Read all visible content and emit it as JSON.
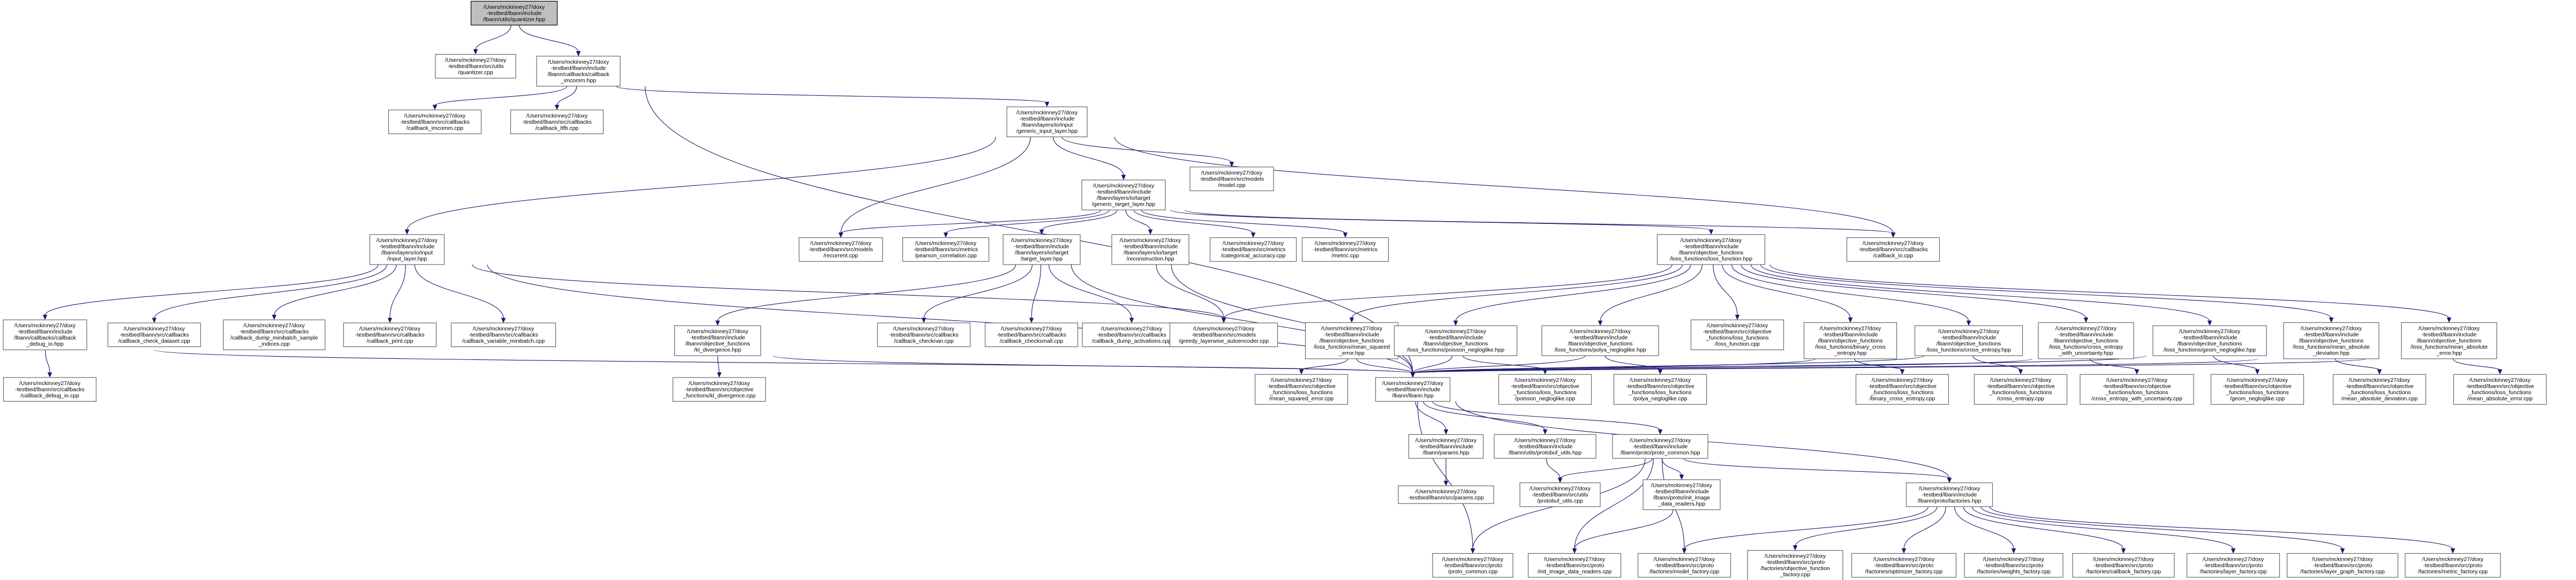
{
  "nodes": [
    {
      "id": "n0",
      "lines": [
        "/Users/mckinney27/doxy",
        "-testbed/lbann/include",
        "/lbann/utils/quantizer.hpp"
      ],
      "root": true
    },
    {
      "id": "n1",
      "lines": [
        "/Users/mckinney27/doxy",
        "-testbed/lbann/src/utils",
        "/quantizer.cpp"
      ]
    },
    {
      "id": "n2",
      "lines": [
        "/Users/mckinney27/doxy",
        "-testbed/lbann/include",
        "/lbann/callbacks/callback",
        "_imcomm.hpp"
      ]
    },
    {
      "id": "n3",
      "lines": [
        "/Users/mckinney27/doxy",
        "-testbed/lbann/src/callbacks",
        "/callback_imcomm.cpp"
      ]
    },
    {
      "id": "n4",
      "lines": [
        "/Users/mckinney27/doxy",
        "-testbed/lbann/src/callbacks",
        "/callback_ltfb.cpp"
      ]
    },
    {
      "id": "n5",
      "lines": [
        "/Users/mckinney27/doxy",
        "-testbed/lbann/include",
        "/lbann/layers/io/input",
        "/generic_input_layer.hpp"
      ]
    },
    {
      "id": "n6",
      "lines": [
        "/Users/mckinney27/doxy",
        "-testbed/lbann/include",
        "/lbann/layers/io/target",
        "/generic_target_layer.hpp"
      ]
    },
    {
      "id": "n7",
      "lines": [
        "/Users/mckinney27/doxy",
        "-testbed/lbann/src/models",
        "/model.cpp"
      ]
    },
    {
      "id": "n8",
      "lines": [
        "/Users/mckinney27/doxy",
        "-testbed/lbann/include",
        "/lbann/layers/io/input",
        "/input_layer.hpp"
      ]
    },
    {
      "id": "n9",
      "lines": [
        "/Users/mckinney27/doxy",
        "-testbed/lbann/src/models",
        "/recurrent.cpp"
      ]
    },
    {
      "id": "n10",
      "lines": [
        "/Users/mckinney27/doxy",
        "-testbed/lbann/src/metrics",
        "/pearson_correlation.cpp"
      ]
    },
    {
      "id": "n11",
      "lines": [
        "/Users/mckinney27/doxy",
        "-testbed/lbann/include",
        "/lbann/layers/io/target",
        "/target_layer.hpp"
      ]
    },
    {
      "id": "n12",
      "lines": [
        "/Users/mckinney27/doxy",
        "-testbed/lbann/include",
        "/lbann/layers/io/target",
        "/reconstruction.hpp"
      ]
    },
    {
      "id": "n13",
      "lines": [
        "/Users/mckinney27/doxy",
        "-testbed/lbann/src/metrics",
        "/categorical_accuracy.cpp"
      ]
    },
    {
      "id": "n14",
      "lines": [
        "/Users/mckinney27/doxy",
        "-testbed/lbann/src/metrics",
        "/metric.cpp"
      ]
    },
    {
      "id": "n15",
      "lines": [
        "/Users/mckinney27/doxy",
        "-testbed/lbann/include",
        "/lbann/objective_functions",
        "/loss_functions/loss_function.hpp"
      ]
    },
    {
      "id": "n16",
      "lines": [
        "/Users/mckinney27/doxy",
        "-testbed/lbann/src/callbacks",
        "/callback_io.cpp"
      ]
    },
    {
      "id": "n17",
      "lines": [
        "/Users/mckinney27/doxy",
        "-testbed/lbann/include",
        "/lbann/callbacks/callback",
        "_debug_io.hpp"
      ]
    },
    {
      "id": "n18",
      "lines": [
        "/Users/mckinney27/doxy",
        "-testbed/lbann/src/callbacks",
        "/callback_check_dataset.cpp"
      ]
    },
    {
      "id": "n19",
      "lines": [
        "/Users/mckinney27/doxy",
        "-testbed/lbann/src/callbacks",
        "/callback_dump_minibatch_sample",
        "_indices.cpp"
      ]
    },
    {
      "id": "n20",
      "lines": [
        "/Users/mckinney27/doxy",
        "-testbed/lbann/src/callbacks",
        "/callback_print.cpp"
      ]
    },
    {
      "id": "n21",
      "lines": [
        "/Users/mckinney27/doxy",
        "-testbed/lbann/src/callbacks",
        "/callback_variable_minibatch.cpp"
      ]
    },
    {
      "id": "n22",
      "lines": [
        "/Users/mckinney27/doxy",
        "-testbed/lbann/include",
        "/lbann/objective_functions",
        "/kl_divergence.hpp"
      ]
    },
    {
      "id": "n23",
      "lines": [
        "/Users/mckinney27/doxy",
        "-testbed/lbann/src/callbacks",
        "/callback_checknan.cpp"
      ]
    },
    {
      "id": "n24",
      "lines": [
        "/Users/mckinney27/doxy",
        "-testbed/lbann/src/callbacks",
        "/callback_checksmall.cpp"
      ]
    },
    {
      "id": "n25",
      "lines": [
        "/Users/mckinney27/doxy",
        "-testbed/lbann/src/callbacks",
        "/callback_dump_activations.cpp"
      ]
    },
    {
      "id": "n26",
      "lines": [
        "/Users/mckinney27/doxy",
        "-testbed/lbann/src/models",
        "/greedy_layerwise_autoencoder.cpp"
      ]
    },
    {
      "id": "n27",
      "lines": [
        "/Users/mckinney27/doxy",
        "-testbed/lbann/include",
        "/lbann/objective_functions",
        "/loss_functions/mean_squared",
        "_error.hpp"
      ]
    },
    {
      "id": "n28",
      "lines": [
        "/Users/mckinney27/doxy",
        "-testbed/lbann/include",
        "/lbann/objective_functions",
        "/loss_functions/poisson_negloglike.hpp"
      ]
    },
    {
      "id": "n29",
      "lines": [
        "/Users/mckinney27/doxy",
        "-testbed/lbann/include",
        "/lbann/objective_functions",
        "/loss_functions/polya_negloglike.hpp"
      ]
    },
    {
      "id": "n30",
      "lines": [
        "/Users/mckinney27/doxy",
        "-testbed/lbann/src/objective",
        "_functions/loss_functions",
        "/loss_function.cpp"
      ]
    },
    {
      "id": "n31",
      "lines": [
        "/Users/mckinney27/doxy",
        "-testbed/lbann/include",
        "/lbann/objective_functions",
        "/loss_functions/binary_cross",
        "_entropy.hpp"
      ]
    },
    {
      "id": "n32",
      "lines": [
        "/Users/mckinney27/doxy",
        "-testbed/lbann/include",
        "/lbann/objective_functions",
        "/loss_functions/cross_entropy.hpp"
      ]
    },
    {
      "id": "n33",
      "lines": [
        "/Users/mckinney27/doxy",
        "-testbed/lbann/include",
        "/lbann/objective_functions",
        "/loss_functions/cross_entropy",
        "_with_uncertainty.hpp"
      ]
    },
    {
      "id": "n34",
      "lines": [
        "/Users/mckinney27/doxy",
        "-testbed/lbann/include",
        "/lbann/objective_functions",
        "/loss_functions/geom_negloglike.hpp"
      ]
    },
    {
      "id": "n35",
      "lines": [
        "/Users/mckinney27/doxy",
        "-testbed/lbann/include",
        "/lbann/objective_functions",
        "/loss_functions/mean_absolute",
        "_deviation.hpp"
      ]
    },
    {
      "id": "n36",
      "lines": [
        "/Users/mckinney27/doxy",
        "-testbed/lbann/include",
        "/lbann/objective_functions",
        "/loss_functions/mean_absolute",
        "_error.hpp"
      ]
    },
    {
      "id": "n37",
      "lines": [
        "/Users/mckinney27/doxy",
        "-testbed/lbann/src/callbacks",
        "/callback_debug_io.cpp"
      ]
    },
    {
      "id": "n38",
      "lines": [
        "/Users/mckinney27/doxy",
        "-testbed/lbann/include",
        "/lbann/lbann.hpp"
      ]
    },
    {
      "id": "n39",
      "lines": [
        "/Users/mckinney27/doxy",
        "-testbed/lbann/src/objective",
        "_functions/kl_divergence.cpp"
      ]
    },
    {
      "id": "n40",
      "lines": [
        "/Users/mckinney27/doxy",
        "-testbed/lbann/src/objective",
        "_functions/loss_functions",
        "/mean_squared_error.cpp"
      ]
    },
    {
      "id": "n41",
      "lines": [
        "/Users/mckinney27/doxy",
        "-testbed/lbann/src/objective",
        "_functions/loss_functions",
        "/poisson_negloglike.cpp"
      ]
    },
    {
      "id": "n42",
      "lines": [
        "/Users/mckinney27/doxy",
        "-testbed/lbann/src/objective",
        "_functions/loss_functions",
        "/polya_negloglike.cpp"
      ]
    },
    {
      "id": "n43",
      "lines": [
        "/Users/mckinney27/doxy",
        "-testbed/lbann/src/objective",
        "_functions/loss_functions",
        "/binary_cross_entropy.cpp"
      ]
    },
    {
      "id": "n44",
      "lines": [
        "/Users/mckinney27/doxy",
        "-testbed/lbann/src/objective",
        "_functions/loss_functions",
        "/cross_entropy.cpp"
      ]
    },
    {
      "id": "n45",
      "lines": [
        "/Users/mckinney27/doxy",
        "-testbed/lbann/src/objective",
        "_functions/loss_functions",
        "/cross_entropy_with_uncertainty.cpp"
      ]
    },
    {
      "id": "n46",
      "lines": [
        "/Users/mckinney27/doxy",
        "-testbed/lbann/src/objective",
        "_functions/loss_functions",
        "/geom_negloglike.cpp"
      ]
    },
    {
      "id": "n47",
      "lines": [
        "/Users/mckinney27/doxy",
        "-testbed/lbann/src/objective",
        "_functions/loss_functions",
        "/mean_absolute_deviation.cpp"
      ]
    },
    {
      "id": "n48",
      "lines": [
        "/Users/mckinney27/doxy",
        "-testbed/lbann/src/objective",
        "_functions/loss_functions",
        "/mean_absolute_error.cpp"
      ]
    },
    {
      "id": "n49",
      "lines": [
        "/Users/mckinney27/doxy",
        "-testbed/lbann/include",
        "/lbann/params.hpp"
      ]
    },
    {
      "id": "n50",
      "lines": [
        "/Users/mckinney27/doxy",
        "-testbed/lbann/include",
        "/lbann/utils/protobuf_utils.hpp"
      ]
    },
    {
      "id": "n51",
      "lines": [
        "/Users/mckinney27/doxy",
        "-testbed/lbann/include",
        "/lbann/proto/proto_common.hpp"
      ]
    },
    {
      "id": "n52",
      "lines": [
        "/Users/mckinney27/doxy",
        "-testbed/lbann/src/params.cpp"
      ]
    },
    {
      "id": "n53",
      "lines": [
        "/Users/mckinney27/doxy",
        "-testbed/lbann/src/utils",
        "/protobuf_utils.cpp"
      ]
    },
    {
      "id": "n54",
      "lines": [
        "/Users/mckinney27/doxy",
        "-testbed/lbann/include",
        "/lbann/proto/init_image",
        "_data_readers.hpp"
      ]
    },
    {
      "id": "n55",
      "lines": [
        "/Users/mckinney27/doxy",
        "-testbed/lbann/include",
        "/lbann/proto/factories.hpp"
      ]
    },
    {
      "id": "n56",
      "lines": [
        "/Users/mckinney27/doxy",
        "-testbed/lbann/src/proto",
        "/proto_common.cpp"
      ]
    },
    {
      "id": "n57",
      "lines": [
        "/Users/mckinney27/doxy",
        "-testbed/lbann/src/proto",
        "/init_image_data_readers.cpp"
      ]
    },
    {
      "id": "n58",
      "lines": [
        "/Users/mckinney27/doxy",
        "-testbed/lbann/src/proto",
        "/factories/model_factory.cpp"
      ]
    },
    {
      "id": "n59",
      "lines": [
        "/Users/mckinney27/doxy",
        "-testbed/lbann/src/proto",
        "/factories/objective_function",
        "_factory.cpp"
      ]
    },
    {
      "id": "n60",
      "lines": [
        "/Users/mckinney27/doxy",
        "-testbed/lbann/src/proto",
        "/factories/optimizer_factory.cpp"
      ]
    },
    {
      "id": "n61",
      "lines": [
        "/Users/mckinney27/doxy",
        "-testbed/lbann/src/proto",
        "/factories/weights_factory.cpp"
      ]
    },
    {
      "id": "n62",
      "lines": [
        "/Users/mckinney27/doxy",
        "-testbed/lbann/src/proto",
        "/factories/callback_factory.cpp"
      ]
    },
    {
      "id": "n63",
      "lines": [
        "/Users/mckinney27/doxy",
        "-testbed/lbann/src/proto",
        "/factories/layer_factory.cpp"
      ]
    },
    {
      "id": "n64",
      "lines": [
        "/Users/mckinney27/doxy",
        "-testbed/lbann/src/proto",
        "/factories/layer_graph_factory.cpp"
      ]
    },
    {
      "id": "n65",
      "lines": [
        "/Users/mckinney27/doxy",
        "-testbed/lbann/src/proto",
        "/factories/metric_factory.cpp"
      ]
    }
  ],
  "edges": [
    [
      "n0",
      "n1"
    ],
    [
      "n0",
      "n2"
    ],
    [
      "n2",
      "n3"
    ],
    [
      "n2",
      "n4"
    ],
    [
      "n2",
      "n5"
    ],
    [
      "n2",
      "n38"
    ],
    [
      "n5",
      "n6"
    ],
    [
      "n5",
      "n7"
    ],
    [
      "n5",
      "n8"
    ],
    [
      "n5",
      "n9"
    ],
    [
      "n5",
      "n16"
    ],
    [
      "n6",
      "n9"
    ],
    [
      "n6",
      "n10"
    ],
    [
      "n6",
      "n11"
    ],
    [
      "n6",
      "n12"
    ],
    [
      "n6",
      "n13"
    ],
    [
      "n6",
      "n14"
    ],
    [
      "n6",
      "n15"
    ],
    [
      "n6",
      "n16"
    ],
    [
      "n8",
      "n17"
    ],
    [
      "n8",
      "n18"
    ],
    [
      "n8",
      "n19"
    ],
    [
      "n8",
      "n20"
    ],
    [
      "n8",
      "n21"
    ],
    [
      "n8",
      "n38"
    ],
    [
      "n8",
      "n26"
    ],
    [
      "n11",
      "n22"
    ],
    [
      "n11",
      "n23"
    ],
    [
      "n11",
      "n24"
    ],
    [
      "n11",
      "n25"
    ],
    [
      "n11",
      "n38"
    ],
    [
      "n12",
      "n26"
    ],
    [
      "n12",
      "n38"
    ],
    [
      "n15",
      "n26"
    ],
    [
      "n15",
      "n27"
    ],
    [
      "n15",
      "n28"
    ],
    [
      "n15",
      "n29"
    ],
    [
      "n15",
      "n30"
    ],
    [
      "n15",
      "n31"
    ],
    [
      "n15",
      "n32"
    ],
    [
      "n15",
      "n33"
    ],
    [
      "n15",
      "n34"
    ],
    [
      "n15",
      "n35"
    ],
    [
      "n15",
      "n36"
    ],
    [
      "n17",
      "n37"
    ],
    [
      "n17",
      "n38"
    ],
    [
      "n22",
      "n39"
    ],
    [
      "n22",
      "n38"
    ],
    [
      "n27",
      "n40"
    ],
    [
      "n27",
      "n38"
    ],
    [
      "n28",
      "n41"
    ],
    [
      "n28",
      "n38"
    ],
    [
      "n29",
      "n42"
    ],
    [
      "n29",
      "n38"
    ],
    [
      "n31",
      "n43"
    ],
    [
      "n31",
      "n38"
    ],
    [
      "n32",
      "n44"
    ],
    [
      "n32",
      "n38"
    ],
    [
      "n33",
      "n45"
    ],
    [
      "n33",
      "n38"
    ],
    [
      "n34",
      "n46"
    ],
    [
      "n34",
      "n38"
    ],
    [
      "n35",
      "n47"
    ],
    [
      "n35",
      "n38"
    ],
    [
      "n36",
      "n48"
    ],
    [
      "n36",
      "n38"
    ],
    [
      "n38",
      "n49"
    ],
    [
      "n38",
      "n50"
    ],
    [
      "n38",
      "n51"
    ],
    [
      "n38",
      "n55"
    ],
    [
      "n38",
      "n56"
    ],
    [
      "n49",
      "n52"
    ],
    [
      "n50",
      "n53"
    ],
    [
      "n51",
      "n53"
    ],
    [
      "n51",
      "n54"
    ],
    [
      "n51",
      "n55"
    ],
    [
      "n51",
      "n56"
    ],
    [
      "n51",
      "n57"
    ],
    [
      "n51",
      "n58"
    ],
    [
      "n54",
      "n57"
    ],
    [
      "n55",
      "n58"
    ],
    [
      "n55",
      "n59"
    ],
    [
      "n55",
      "n60"
    ],
    [
      "n55",
      "n61"
    ],
    [
      "n55",
      "n62"
    ],
    [
      "n55",
      "n63"
    ],
    [
      "n55",
      "n64"
    ],
    [
      "n55",
      "n65"
    ]
  ]
}
